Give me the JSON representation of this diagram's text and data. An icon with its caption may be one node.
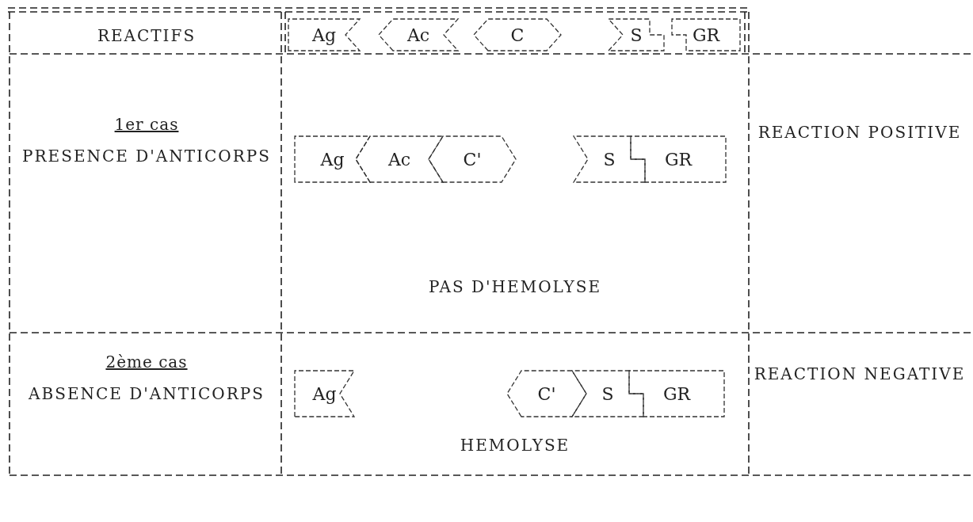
{
  "diagram": {
    "nodes": [
      {
        "text": [
          "Ag"
        ]
      },
      {
        "text": [
          "Ac"
        ]
      },
      {
        "text": [
          "C"
        ]
      },
      {
        "text": [
          "S"
        ]
      },
      {
        "text": [
          "GR"
        ]
      },
      {
        "text": [
          "Ag"
        ]
      },
      {
        "text": [
          "Ac"
        ]
      },
      {
        "text": [
          "C'"
        ]
      },
      {
        "text": [
          "S"
        ]
      },
      {
        "text": [
          "GR"
        ]
      },
      {
        "text": [
          "Ag"
        ]
      },
      {
        "text": [
          "C'"
        ]
      },
      {
        "text": [
          "S"
        ]
      },
      {
        "text": [
          "GR"
        ]
      }
    ],
    "edges": [],
    "labels": [
      "REACTIFS",
      "1er cas",
      "PRESENCE D'ANTICORPS",
      "REACTION POSITIVE",
      "PAS D'HEMOLYSE",
      "2ème cas",
      "ABSENCE D'ANTICORPS",
      "REACTION NEGATIVE",
      "HEMOLYSE"
    ]
  }
}
